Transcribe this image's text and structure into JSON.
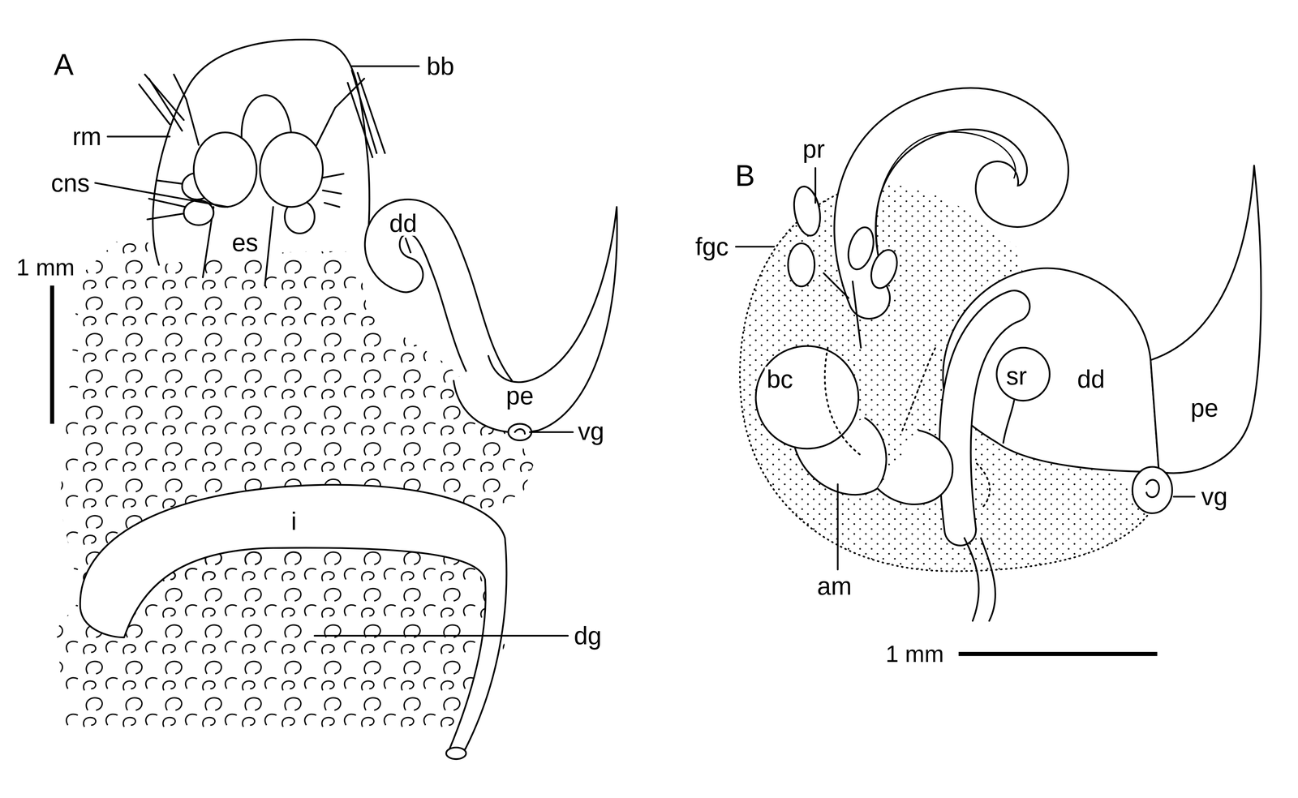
{
  "diagram": {
    "labels": [
      "A",
      "bb",
      "rm",
      "cns",
      "dd",
      "es",
      "1 mm",
      "pe",
      "vg",
      "i",
      "dg",
      "B",
      "pr",
      "fgc",
      "bc",
      "sr",
      "dd",
      "pe",
      "vg",
      "am",
      "1 mm"
    ]
  }
}
